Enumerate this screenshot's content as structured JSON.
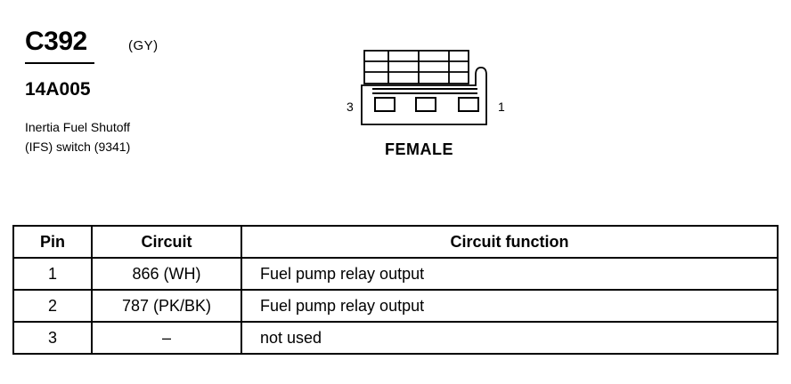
{
  "connector": {
    "id": "C392",
    "color": "(GY)",
    "part_number": "14A005",
    "description_line1": "Inertia Fuel Shutoff",
    "description_line2": "(IFS) switch (9341)"
  },
  "diagram": {
    "left_pin_label": "3",
    "right_pin_label": "1",
    "gender": "FEMALE"
  },
  "table": {
    "headers": [
      "Pin",
      "Circuit",
      "Circuit function"
    ],
    "rows": [
      {
        "pin": "1",
        "circuit": "866 (WH)",
        "function": "Fuel pump relay output"
      },
      {
        "pin": "2",
        "circuit": "787 (PK/BK)",
        "function": "Fuel pump relay output"
      },
      {
        "pin": "3",
        "circuit": "–",
        "function": "not used"
      }
    ]
  }
}
